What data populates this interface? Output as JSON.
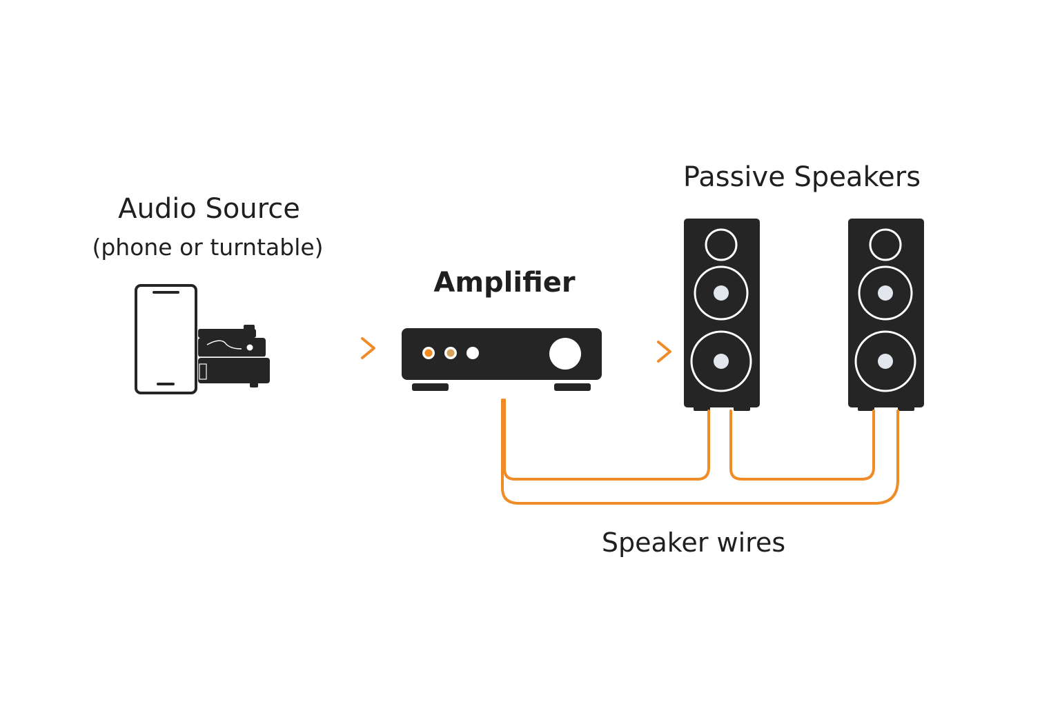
{
  "colors": {
    "device": "#252525",
    "wire": "#f08c28",
    "led_orange": "#f28a1e",
    "led_amber": "#d6a25c",
    "cone_center": "#e2e7ee",
    "background": "#ffffff"
  },
  "nodes": {
    "source": {
      "title": "Audio Source",
      "subtitle": "(phone or turntable)",
      "icons": [
        "smartphone-icon",
        "turntable-icon"
      ]
    },
    "amplifier": {
      "title": "Amplifier",
      "icons": [
        "amplifier-icon"
      ]
    },
    "speakers": {
      "title": "Passive Speakers",
      "icons": [
        "left-speaker-icon",
        "right-speaker-icon"
      ]
    }
  },
  "edges": [
    {
      "from": "source",
      "to": "amplifier",
      "style": "arrow"
    },
    {
      "from": "amplifier",
      "to": "speakers",
      "style": "arrow"
    },
    {
      "from": "amplifier",
      "to": "speakers",
      "style": "wire-pair"
    }
  ],
  "wires": {
    "label": "Speaker wires"
  }
}
